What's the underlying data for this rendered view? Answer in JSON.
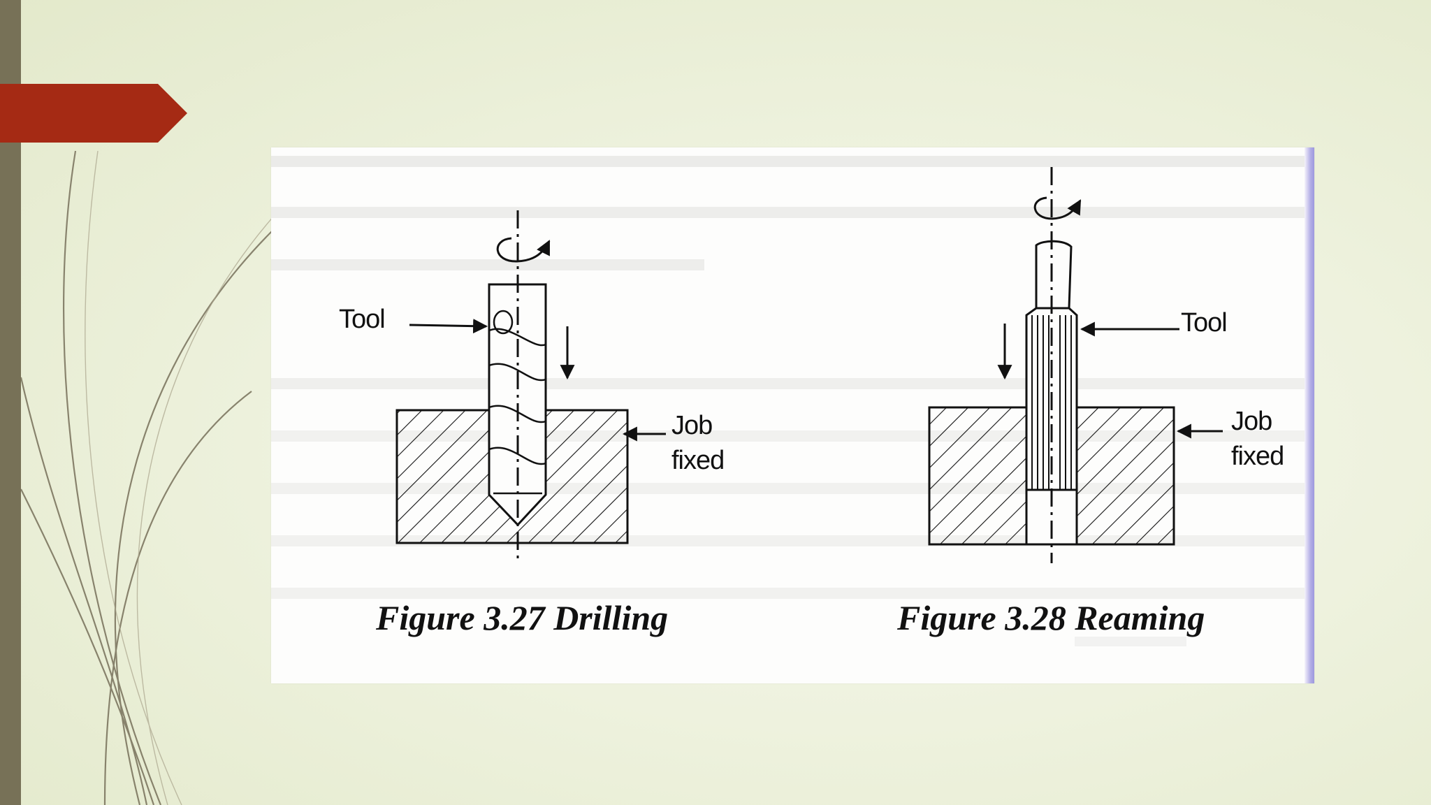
{
  "figure_left": {
    "caption": "Figure 3.27 Drilling",
    "tool_label": "Tool",
    "job_label_line1": "Job",
    "job_label_line2": "fixed"
  },
  "figure_right": {
    "caption": "Figure 3.28 Reaming",
    "tool_label": "Tool",
    "job_label_line1": "Job",
    "job_label_line2": "fixed"
  },
  "colors": {
    "side_bar": "#777157",
    "side_tab": "#a52a14",
    "background": "#eef2de"
  }
}
